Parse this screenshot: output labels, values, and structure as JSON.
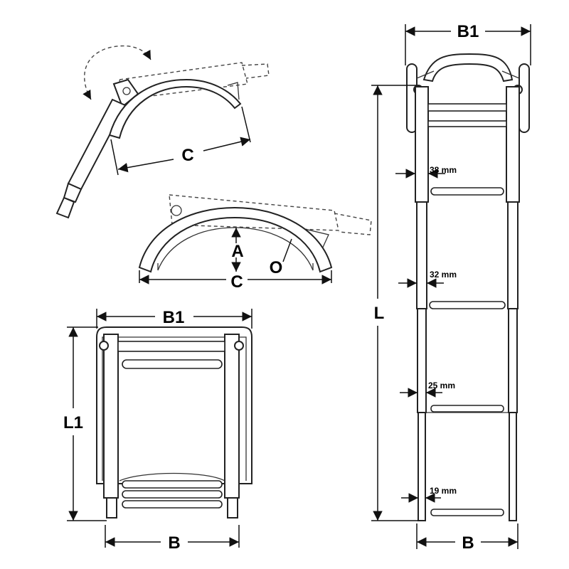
{
  "labels": {
    "top_c": "C",
    "mid_a": "A",
    "mid_c": "C",
    "mid_o": "O",
    "left_b1": "B1",
    "left_l1": "L1",
    "left_b": "B",
    "right_b1": "B1",
    "right_l": "L",
    "right_b": "B"
  },
  "tube_sizes": [
    "38 mm",
    "32 mm",
    "25 mm",
    "19 mm"
  ],
  "colors": {
    "line": "#222222",
    "background": "#ffffff"
  }
}
